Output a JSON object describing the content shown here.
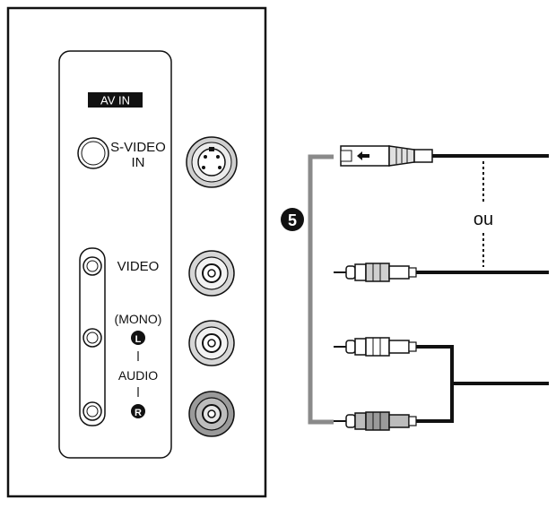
{
  "panel": {
    "header_label": "AV IN",
    "svideo_label_line1": "S-VIDEO",
    "svideo_label_line2": "IN",
    "video_label": "VIDEO",
    "mono_label": "(MONO)",
    "left_badge": "L",
    "audio_label": "AUDIO",
    "right_badge": "R"
  },
  "cables": {
    "step_number": "5",
    "or_label": "ou"
  },
  "colors": {
    "stroke": "#111111",
    "bracket": "#8a8a8a",
    "jack_dark": "#9a9a9a",
    "jack_light": "#e6e6e6",
    "jack_mid": "#c8c8c8"
  }
}
